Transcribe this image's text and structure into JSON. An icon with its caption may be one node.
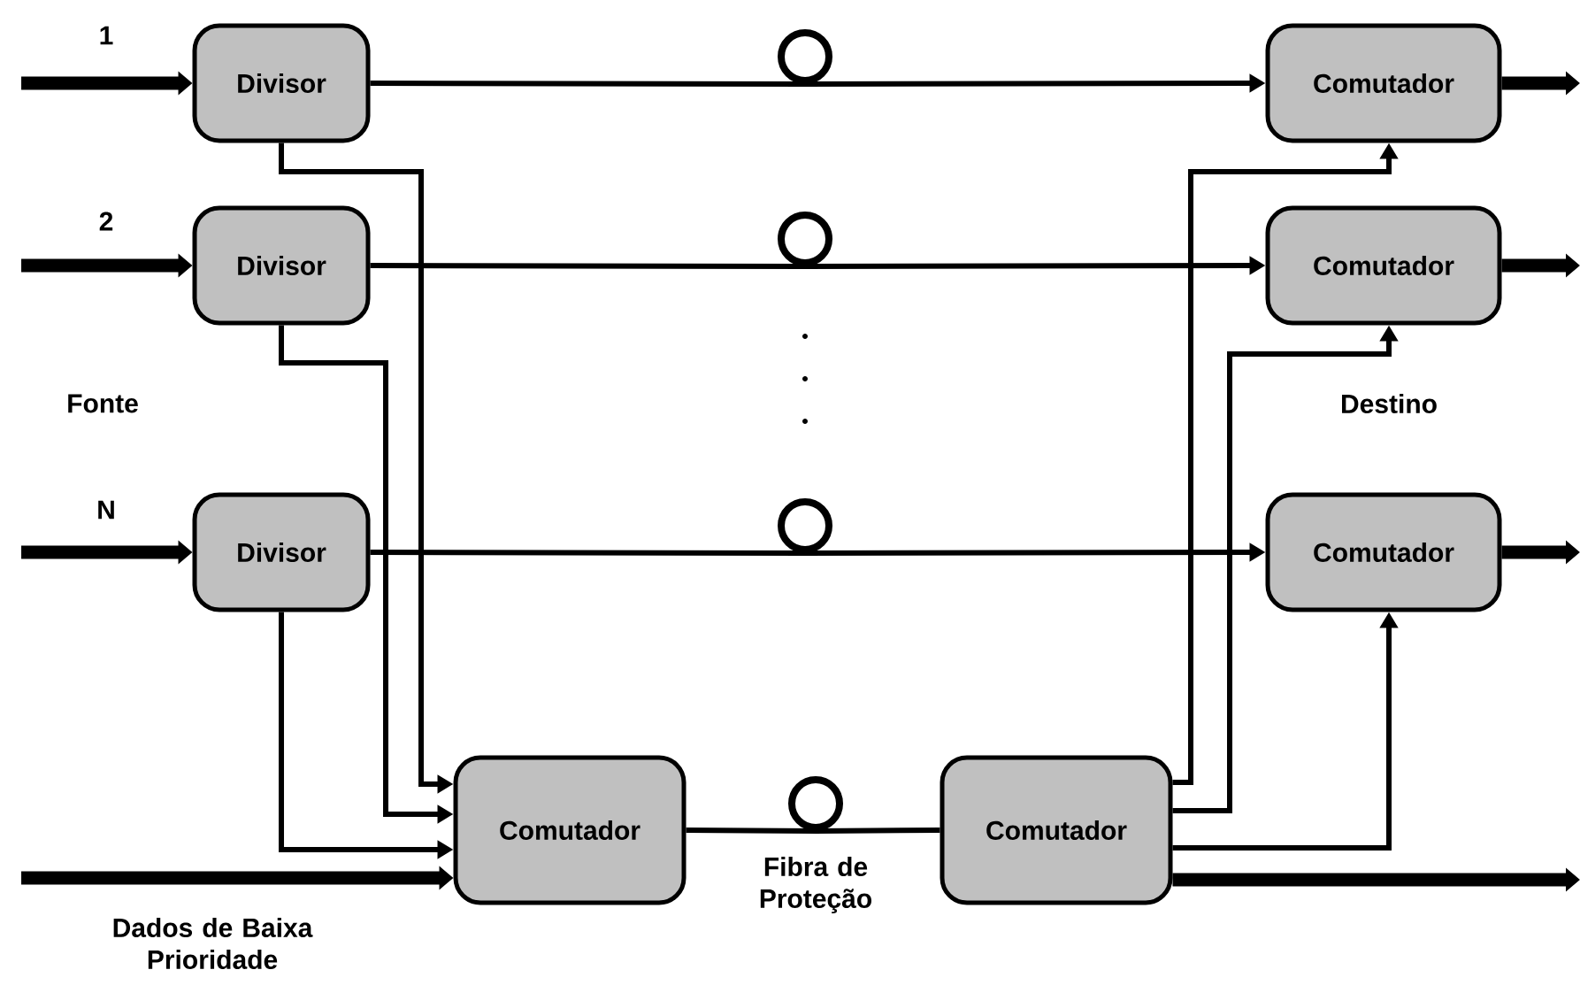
{
  "diagram": {
    "nodes": [
      {
        "text": [
          "Divisor"
        ]
      },
      {
        "text": [
          "Divisor"
        ]
      },
      {
        "text": [
          "Divisor"
        ]
      },
      {
        "text": [
          "Comutador"
        ]
      },
      {
        "text": [
          "Comutador"
        ]
      },
      {
        "text": [
          "Comutador"
        ]
      },
      {
        "text": [
          "Comutador"
        ]
      },
      {
        "text": [
          "Comutador"
        ]
      },
      {
        "text": [],
        "shape": "circle"
      },
      {
        "text": [],
        "shape": "circle"
      },
      {
        "text": [],
        "shape": "circle"
      },
      {
        "text": [],
        "shape": "circle",
        "beside": [
          "Fibra de Proteção"
        ]
      }
    ],
    "edges": [
      {
        "from": null,
        "to": 0,
        "arrow": "to",
        "label": "1",
        "style": "thick"
      },
      {
        "from": null,
        "to": 1,
        "arrow": "to",
        "label": "2",
        "style": "thick"
      },
      {
        "from": null,
        "to": 2,
        "arrow": "to",
        "label": "N",
        "style": "thick"
      },
      {
        "from": null,
        "to": 6,
        "arrow": "to",
        "label": "Dados de Baixa Prioridade",
        "style": "thick"
      },
      {
        "from": 0,
        "to": 8,
        "arrow": "none"
      },
      {
        "from": 8,
        "to": 3,
        "arrow": "to"
      },
      {
        "from": 1,
        "to": 9,
        "arrow": "none"
      },
      {
        "from": 9,
        "to": 4,
        "arrow": "to"
      },
      {
        "from": 2,
        "to": 10,
        "arrow": "none"
      },
      {
        "from": 10,
        "to": 5,
        "arrow": "to"
      },
      {
        "from": 0,
        "to": 6,
        "arrow": "to"
      },
      {
        "from": 1,
        "to": 6,
        "arrow": "to"
      },
      {
        "from": 2,
        "to": 6,
        "arrow": "to"
      },
      {
        "from": 6,
        "to": 11,
        "arrow": "none"
      },
      {
        "from": 11,
        "to": 7,
        "arrow": "none"
      },
      {
        "from": 7,
        "to": 3,
        "arrow": "to"
      },
      {
        "from": 7,
        "to": 4,
        "arrow": "to"
      },
      {
        "from": 7,
        "to": 5,
        "arrow": "to"
      },
      {
        "from": 3,
        "to": null,
        "arrow": "to",
        "style": "thick"
      },
      {
        "from": 4,
        "to": null,
        "arrow": "to",
        "style": "thick"
      },
      {
        "from": 5,
        "to": null,
        "arrow": "to",
        "style": "thick"
      },
      {
        "from": 7,
        "to": null,
        "arrow": "to",
        "style": "thick"
      }
    ],
    "labels": [
      "Fonte",
      "Destino"
    ]
  }
}
